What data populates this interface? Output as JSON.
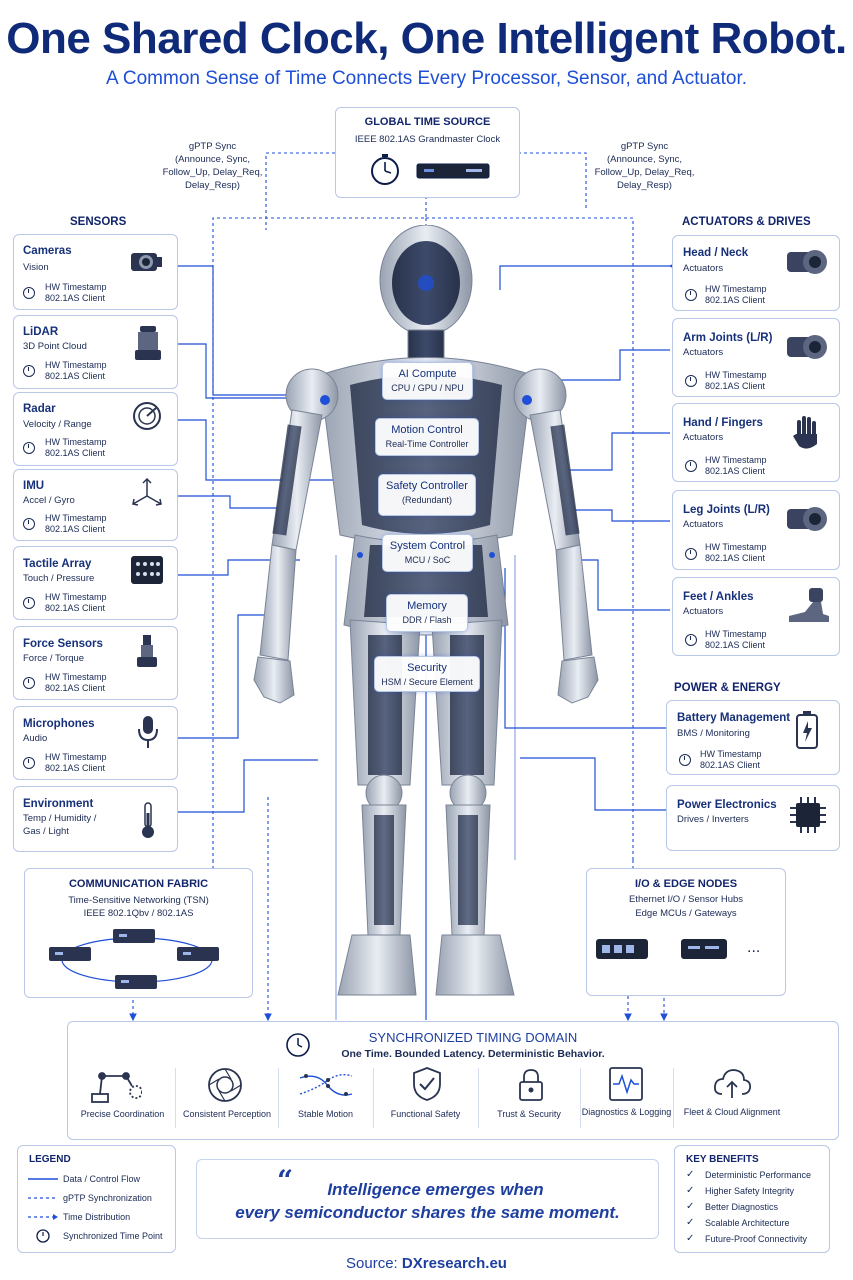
{
  "header": {
    "title": "One Shared Clock, One Intelligent Robot.",
    "subtitle": "A Common Sense of Time Connects Every Processor, Sensor, and Actuator."
  },
  "time_source": {
    "heading": "GLOBAL TIME SOURCE",
    "subheading": "IEEE 802.1AS Grandmaster Clock"
  },
  "gptp_sync": {
    "title": "gPTP Sync",
    "lines": [
      "(Announce, Sync,",
      "Follow_Up, Delay_Req,",
      "Delay_Resp)"
    ]
  },
  "sensors": {
    "heading": "SENSORS",
    "items": [
      {
        "title": "Cameras",
        "sub": "Vision",
        "icon": "camera-icon"
      },
      {
        "title": "LiDAR",
        "sub": "3D Point Cloud",
        "icon": "lidar-icon"
      },
      {
        "title": "Radar",
        "sub": "Velocity / Range",
        "icon": "radar-icon"
      },
      {
        "title": "IMU",
        "sub": "Accel / Gyro",
        "icon": "imu-axes-icon"
      },
      {
        "title": "Tactile Array",
        "sub": "Touch / Pressure",
        "icon": "tactile-grid-icon"
      },
      {
        "title": "Force Sensors",
        "sub": "Force / Torque",
        "icon": "force-sensor-icon"
      },
      {
        "title": "Microphones",
        "sub": "Audio",
        "icon": "microphone-icon"
      }
    ],
    "environment": {
      "title": "Environment",
      "lines": [
        "Temp / Humidity /",
        "Gas / Light"
      ],
      "icon": "thermometer-icon"
    }
  },
  "hw_timestamp": {
    "line1": "HW Timestamp",
    "line2": "802.1AS Client"
  },
  "actuators": {
    "heading": "ACTUATORS & DRIVES",
    "items": [
      {
        "title": "Head / Neck",
        "sub": "Actuators",
        "icon": "motor-icon"
      },
      {
        "title": "Arm Joints (L/R)",
        "sub": "Actuators",
        "icon": "motor-icon"
      },
      {
        "title": "Hand / Fingers",
        "sub": "Actuators",
        "icon": "hand-icon"
      },
      {
        "title": "Leg Joints (L/R)",
        "sub": "Actuators",
        "icon": "motor-icon"
      },
      {
        "title": "Feet / Ankles",
        "sub": "Actuators",
        "icon": "foot-icon"
      }
    ]
  },
  "power": {
    "heading": "POWER & ENERGY",
    "battery": {
      "title": "Battery Management",
      "sub": "BMS / Monitoring",
      "icon": "battery-icon"
    },
    "electronics": {
      "title": "Power Electronics",
      "sub": "Drives / Inverters",
      "icon": "chip-icon"
    }
  },
  "center_modules": [
    {
      "title": "AI Compute",
      "sub": "CPU / GPU / NPU"
    },
    {
      "title": "Motion Control",
      "sub": "Real-Time Controller"
    },
    {
      "title": "Safety Controller",
      "sub": "(Redundant)"
    },
    {
      "title": "System Control",
      "sub": "MCU / SoC"
    },
    {
      "title": "Memory",
      "sub": "DDR / Flash"
    },
    {
      "title": "Security",
      "sub": "HSM / Secure Element"
    }
  ],
  "comm_fabric": {
    "heading": "COMMUNICATION FABRIC",
    "line1": "Time-Sensitive Networking (TSN)",
    "line2": "IEEE 802.1Qbv / 802.1AS"
  },
  "io_edge": {
    "heading": "I/O & EDGE NODES",
    "line1": "Ethernet I/O / Sensor Hubs",
    "line2": "Edge MCUs / Gateways",
    "ellipsis": "..."
  },
  "timing_domain": {
    "heading": "SYNCHRONIZED TIMING DOMAIN",
    "tagline": "One Time. Bounded Latency. Deterministic Behavior.",
    "benefits": [
      {
        "label": "Precise Coordination",
        "icon": "robot-arm-icon"
      },
      {
        "label": "Consistent Perception",
        "icon": "aperture-icon"
      },
      {
        "label": "Stable Motion",
        "icon": "motion-curve-icon"
      },
      {
        "label": "Functional Safety",
        "icon": "shield-check-icon"
      },
      {
        "label": "Trust & Security",
        "icon": "padlock-icon"
      },
      {
        "label": "Diagnostics & Logging",
        "icon": "diagnostics-icon"
      },
      {
        "label": "Fleet & Cloud Alignment",
        "icon": "cloud-upload-icon"
      }
    ]
  },
  "legend": {
    "heading": "LEGEND",
    "items": [
      "Data / Control Flow",
      "gPTP Synchronization",
      "Time Distribution",
      "Synchronized Time Point"
    ]
  },
  "quote": {
    "mark": "“",
    "line1": "Intelligence emerges when",
    "line2": "every semiconductor shares the same moment."
  },
  "key_benefits": {
    "heading": "KEY BENEFITS",
    "items": [
      "Deterministic Performance",
      "Higher Safety Integrity",
      "Better Diagnostics",
      "Scalable Architecture",
      "Future-Proof Connectivity"
    ]
  },
  "source": {
    "label": "Source:",
    "value": "DXresearch.eu"
  },
  "colors": {
    "accent": "#1e4fd6",
    "navy": "#0f2a78",
    "border": "#b9c8e6"
  }
}
